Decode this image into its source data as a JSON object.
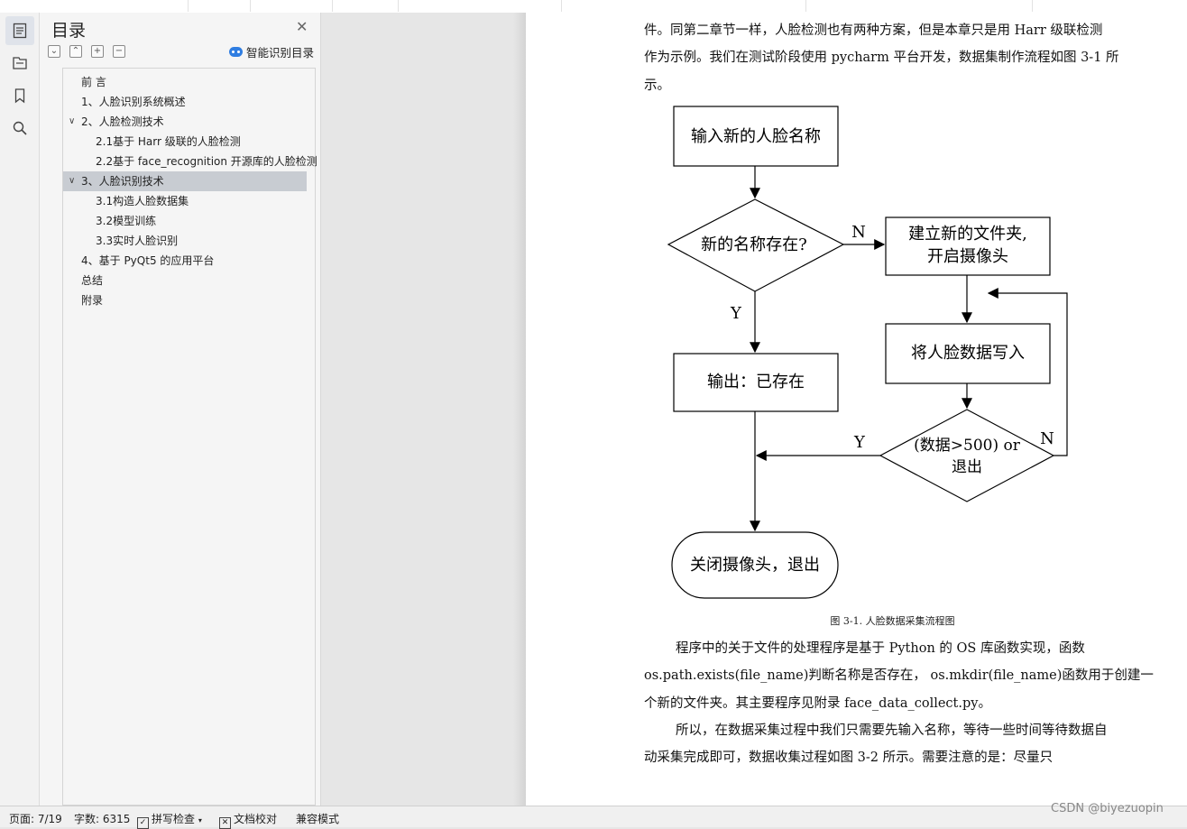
{
  "toc": {
    "title": "目录",
    "smart_label": "智能识别目录",
    "items": [
      {
        "label": "前 言",
        "level": 1,
        "chevron": "",
        "selected": false
      },
      {
        "label": "1、人脸识别系统概述",
        "level": 1,
        "chevron": "",
        "selected": false
      },
      {
        "label": "2、人脸检测技术",
        "level": 1,
        "chevron": "v",
        "selected": false
      },
      {
        "label": "2.1基于 Harr 级联的人脸检测",
        "level": 2,
        "chevron": "",
        "selected": false
      },
      {
        "label": "2.2基于 face_recognition 开源库的人脸检测",
        "level": 2,
        "chevron": "",
        "selected": false
      },
      {
        "label": "3、人脸识别技术",
        "level": 1,
        "chevron": "v",
        "selected": true
      },
      {
        "label": "3.1构造人脸数据集",
        "level": 2,
        "chevron": "",
        "selected": false
      },
      {
        "label": "3.2模型训练",
        "level": 2,
        "chevron": "",
        "selected": false
      },
      {
        "label": "3.3实时人脸识别",
        "level": 2,
        "chevron": "",
        "selected": false
      },
      {
        "label": "4、基于 PyQt5 的应用平台",
        "level": 1,
        "chevron": "",
        "selected": false
      },
      {
        "label": "总结",
        "level": 1,
        "chevron": "",
        "selected": false
      },
      {
        "label": "附录",
        "level": 1,
        "chevron": "",
        "selected": false
      }
    ]
  },
  "document": {
    "para_top": [
      "件。同第二章节一样，人脸检测也有两种方案，但是本章只是用  Harr 级联检测",
      "作为示例。我们在测试阶段使用  pycharm 平台开发，数据集制作流程如图  3-1 所",
      "示。"
    ],
    "flowchart": {
      "input": "输入新的人脸名称",
      "decision1": "新的名称存在?",
      "create_line1": "建立新的文件夹,",
      "create_line2": "开启摄像头",
      "write": "将人脸数据写入",
      "output": "输出：已存在",
      "decision2_line1": "(数据>500) or",
      "decision2_line2": "退出",
      "end": "关闭摄像头，退出",
      "label_n1": "N",
      "label_y1": "Y",
      "label_y2": "Y",
      "label_n2": "N"
    },
    "caption": "图 3-1. 人脸数据采集流程图",
    "para_bottom": [
      "程序中的关于文件的处理程序是基于  Python 的  OS 库函数实现，函数",
      "os.path.exists(file_name)判断名称是否存在，  os.mkdir(file_name)函数用于创建一",
      "个新的文件夹。其主要程序见附录  face_data_collect.py。",
      "所以，在数据采集过程中我们只需要先输入名称，等待一些时间等待数据自",
      "动采集完成即可，数据收集过程如图  3-2 所示。需要注意的是：尽量只"
    ]
  },
  "status": {
    "page": "页面: 7/19",
    "words": "字数: 6315",
    "spell": "拼写检查",
    "proof": "文档校对",
    "compat": "兼容模式"
  },
  "watermark": "CSDN @biyezuopin"
}
